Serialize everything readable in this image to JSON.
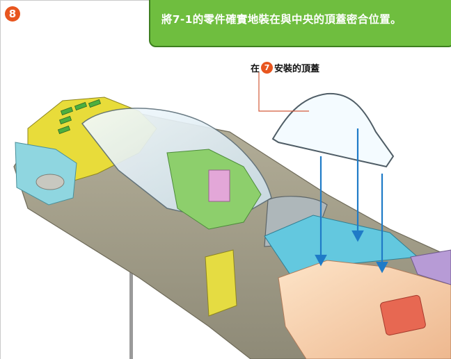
{
  "step_number": "8",
  "instruction": "將7-1的零件確實地裝在與中央的頂蓋密合位置。",
  "callout": {
    "prefix": "在",
    "step_ref": "7",
    "suffix": "安裝的頂蓋"
  },
  "colors": {
    "accent_orange": "#e8561f",
    "tip_green": "#6fbe3f",
    "arrow_blue": "#1f7bc7"
  }
}
